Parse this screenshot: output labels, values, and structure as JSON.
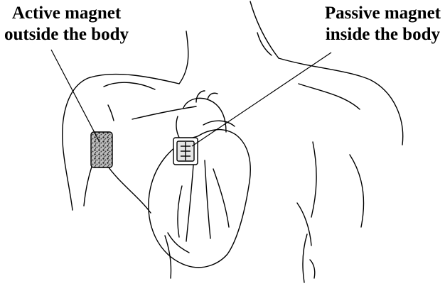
{
  "labels": {
    "active": {
      "line1": "Active magnet",
      "line2": "outside the body"
    },
    "passive": {
      "line1": "Passive magnet",
      "line2": "inside the body"
    }
  },
  "colors": {
    "ink": "#000000",
    "background": "#ffffff"
  }
}
